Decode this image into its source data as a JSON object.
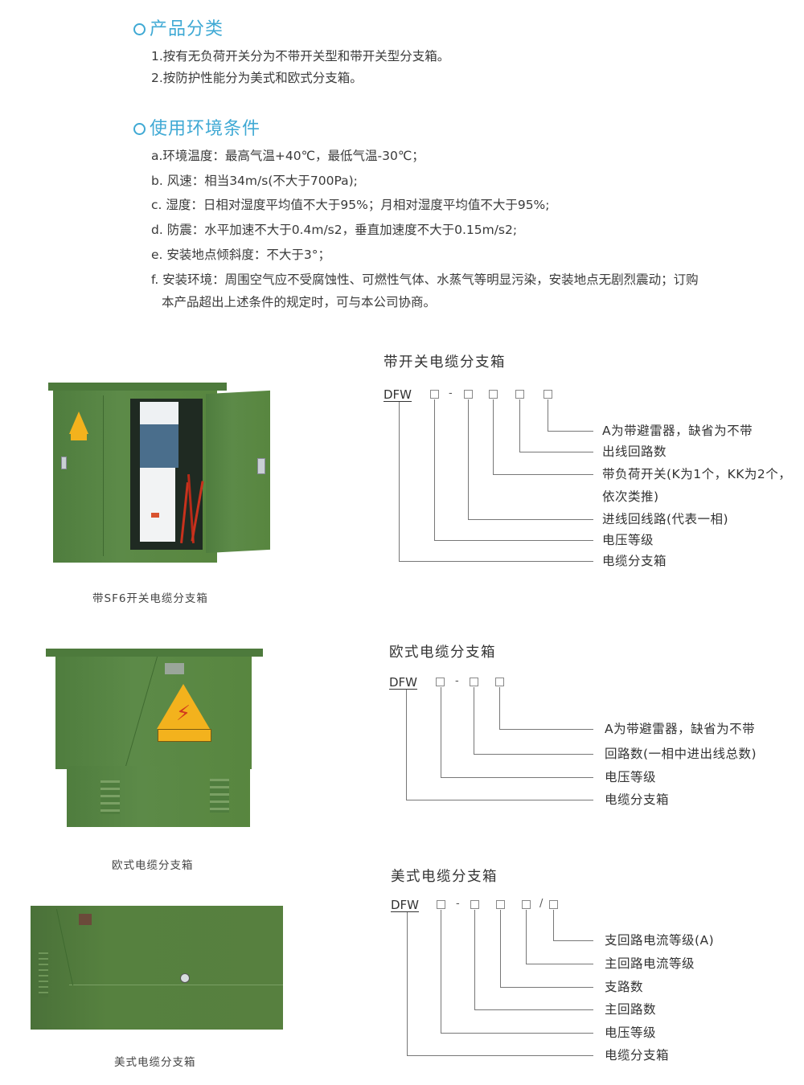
{
  "classification": {
    "title": "产品分类",
    "items": [
      "1.按有无负荷开关分为不带开关型和带开关型分支箱。",
      "2.按防护性能分为美式和欧式分支箱。"
    ]
  },
  "environment": {
    "title": "使用环境条件",
    "items": [
      "a.环境温度：最高气温+40℃，最低气温-30℃；",
      "b. 风速：相当34m/s(不大于700Pa);",
      "c. 湿度：日相对湿度平均值不大于95%；月相对湿度平均值不大于95%;",
      "d. 防震：水平加速不大于0.4m/s2，垂直加速度不大于0.15m/s2;",
      "e. 安装地点倾斜度：不大于3°；",
      "f. 安装环境：周围空气应不受腐蚀性、可燃性气体、水蒸气等明显污染，安装地点无剧烈震动；订购",
      "本产品超出上述条件的规定时，可与本公司协商。"
    ]
  },
  "colors": {
    "section_title": "#3fa9d4",
    "body_text": "#3a3a3a",
    "cabinet_green": "#5a8845",
    "warning_yellow": "#f3b21d"
  },
  "products": [
    {
      "caption": "带SF6开关电缆分支箱",
      "diagram": {
        "title": "带开关电缆分支箱",
        "code": "DFW",
        "separators": [
          "-"
        ],
        "labels": [
          "A为带避雷器，缺省为不带",
          "出线回路数",
          "带负荷开关(K为1个，KK为2个，",
          "依次类推)",
          "进线回线路(代表一相)",
          "电压等级",
          "电缆分支箱"
        ]
      }
    },
    {
      "caption": "欧式电缆分支箱",
      "diagram": {
        "title": "欧式电缆分支箱",
        "code": "DFW",
        "separators": [
          "-"
        ],
        "labels": [
          "A为带避雷器，缺省为不带",
          "回路数(一相中进出线总数)",
          "电压等级",
          "电缆分支箱"
        ]
      }
    },
    {
      "caption": "美式电缆分支箱",
      "diagram": {
        "title": "美式电缆分支箱",
        "code": "DFW",
        "separators": [
          "-",
          "/"
        ],
        "labels": [
          "支回路电流等级(A)",
          "主回路电流等级",
          "支路数",
          "主回路数",
          "电压等级",
          "电缆分支箱"
        ]
      }
    }
  ]
}
